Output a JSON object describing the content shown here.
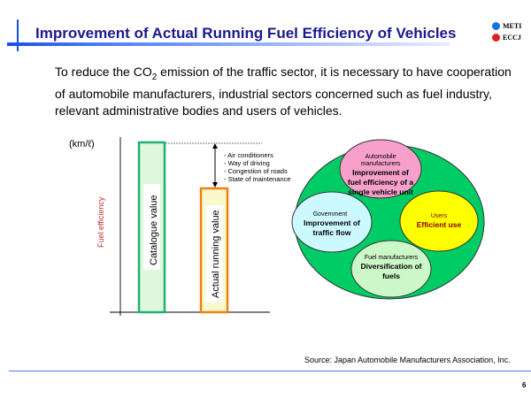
{
  "title": "Improvement of Actual Running Fuel Efficiency of Vehicles",
  "logos": [
    "METI",
    "ECCJ"
  ],
  "intro": {
    "before": "To reduce the CO",
    "sub": "2",
    "after": " emission of the traffic sector, it is necessary to have cooperation of automobile manufacturers, industrial sectors concerned such as fuel industry, relevant administrative bodies and users of vehicles."
  },
  "chart": {
    "unit": "(km/ℓ)",
    "ylabel": "Fuel efficiency",
    "bars": [
      {
        "label": "Catalogue value",
        "relative": 1.0,
        "color": "#20b070"
      },
      {
        "label": "Actual running value",
        "relative": 0.73,
        "color": "#f08010"
      }
    ],
    "factors": [
      "- Air conditioners",
      "- Way of driving",
      "- Congestion of roads",
      "- State of maintenance"
    ]
  },
  "diagram": {
    "actors": [
      {
        "who": "Automobile manufacturers",
        "who2": "",
        "what": [
          "Improvement of",
          "fuel efficiency of a",
          "single vehicle unit"
        ],
        "color": "#f7a0cc"
      },
      {
        "who": "Government",
        "what": [
          "Improvement of",
          "traffic flow"
        ],
        "color": "#ccf8ff"
      },
      {
        "who": "Users",
        "what": [
          "Efficient use"
        ],
        "color": "#ffff00"
      },
      {
        "who": "Fuel manufacturers",
        "what": [
          "Diversification of",
          "fuels"
        ],
        "color": "#ccf7c8"
      }
    ]
  },
  "source": "Source: Japan Automobile Manufacturers Association, Inc.",
  "page_number": "6"
}
